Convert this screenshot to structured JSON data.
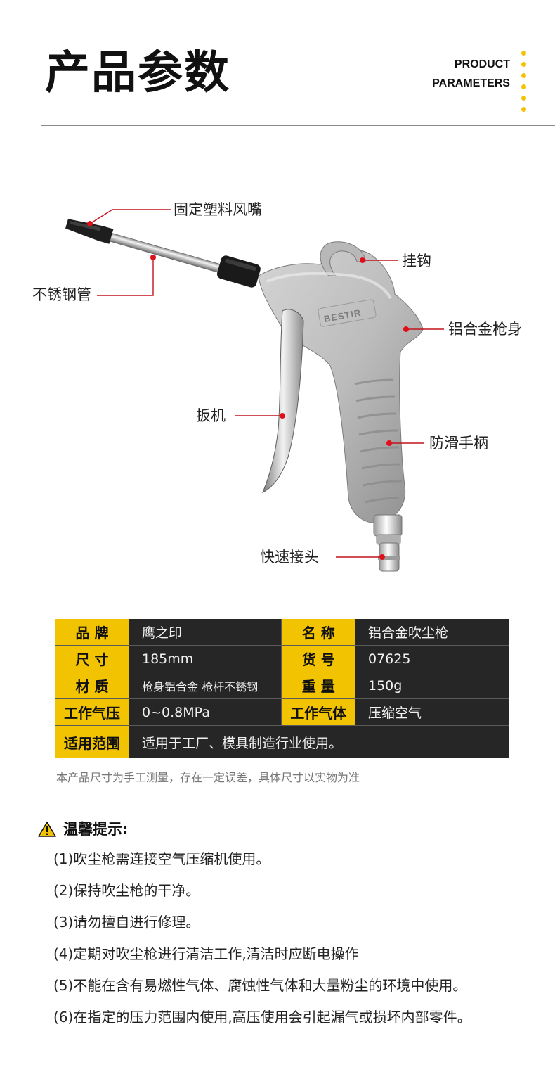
{
  "header": {
    "title": "产品参数",
    "en_line1": "PRODUCT",
    "en_line2": "PARAMETERS"
  },
  "callouts": {
    "nozzle": "固定塑料风嘴",
    "tube": "不锈钢管",
    "hook": "挂钩",
    "body": "铝合金枪身",
    "trigger": "扳机",
    "grip": "防滑手柄",
    "connector": "快速接头"
  },
  "brand_mark": "BESTIR",
  "specs": [
    {
      "k1": "品  牌",
      "v1": "鹰之印",
      "k2": "名  称",
      "v2": "铝合金吹尘枪"
    },
    {
      "k1": "尺  寸",
      "v1": "185mm",
      "k2": "货  号",
      "v2": "07625"
    },
    {
      "k1": "材  质",
      "v1": "枪身铝合金 枪杆不锈钢",
      "k2": "重  量",
      "v2": "150g"
    },
    {
      "k1": "工作气压",
      "v1": "0~0.8MPa",
      "k2": "工作气体",
      "v2": "压缩空气"
    },
    {
      "k1": "适用范围",
      "v1": "适用于工厂、模具制造行业使用。"
    }
  ],
  "note": "本产品尺寸为手工测量，存在一定误差，具体尺寸以实物为准",
  "tips": {
    "title": "温馨提示:",
    "items": [
      "(1)吹尘枪需连接空气压缩机使用。",
      "(2)保持吹尘枪的干净。",
      "(3)请勿擅自进行修理。",
      "(4)定期对吹尘枪进行清洁工作,清洁时应断电操作",
      "(5)不能在含有易燃性气体、腐蚀性气体和大量粉尘的环境中使用。",
      "(6)在指定的压力范围内使用,高压使用会引起漏气或损坏内部零件。"
    ]
  },
  "colors": {
    "accent": "#f2c300",
    "table_dark": "#262626",
    "callout_dot": "#e0101a"
  }
}
